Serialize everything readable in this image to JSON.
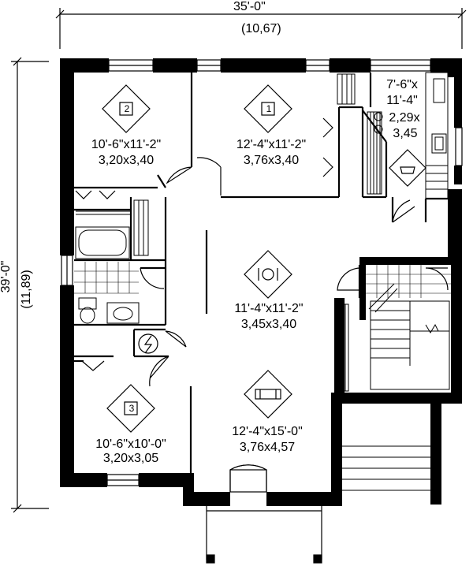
{
  "dimensions": {
    "overall_width": "35'-0\"",
    "overall_width_metric": "(10,67)",
    "overall_depth": "39'-0\"",
    "overall_depth_metric": "(11,89)"
  },
  "rooms": {
    "bedroom_2": {
      "tag": "2",
      "size_imperial": "10'-6\"x11'-2\"",
      "size_metric": "3,20x3,40"
    },
    "bedroom_1": {
      "tag": "1",
      "size_imperial": "12'-4\"x11'-2\"",
      "size_metric": "3,76x3,40"
    },
    "kitchen": {
      "size_imperial_line1": "7'-6\"x",
      "size_imperial_line2": "11'-4\"",
      "size_metric_line1": "2,29x",
      "size_metric_line2": "3,45"
    },
    "dining": {
      "size_imperial": "11'-4\"x11'-2\"",
      "size_metric": "3,45x3,40"
    },
    "bedroom_3": {
      "tag": "3",
      "size_imperial": "10'-6\"x10'-0\"",
      "size_metric": "3,20x3,05"
    },
    "living": {
      "size_imperial": "12'-4\"x15'-0\"",
      "size_metric": "3,76x4,57"
    }
  }
}
